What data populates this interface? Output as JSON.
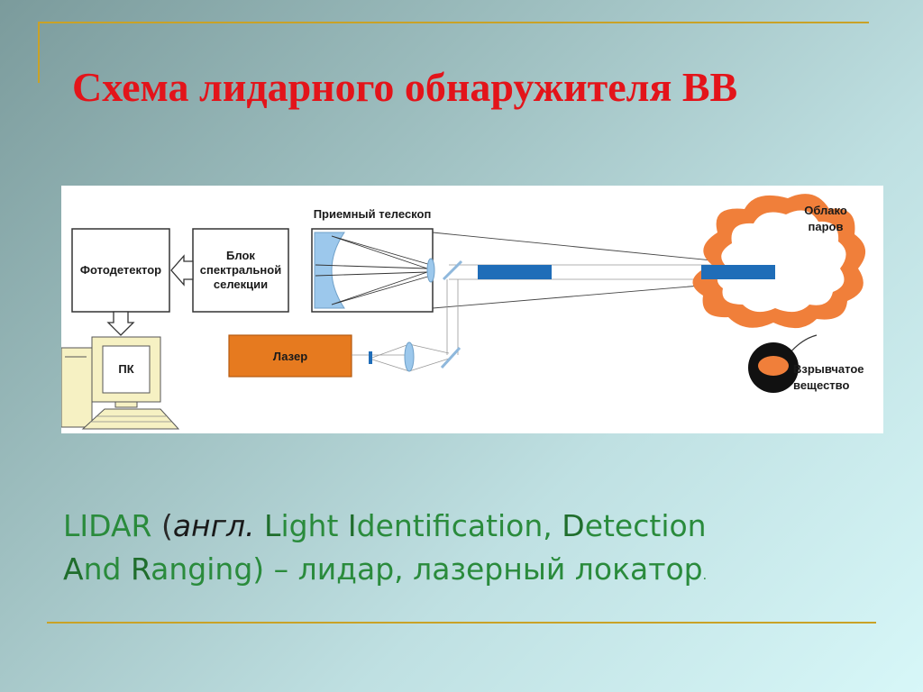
{
  "slide": {
    "title": "Схема лидарного обнаружителя ВВ"
  },
  "diagram": {
    "photodetector": "Фотодетектор",
    "spectral_block_line1": "Блок",
    "spectral_block_line2": "спектральной",
    "spectral_block_line3": "селекции",
    "telescope": "Приемный телескоп",
    "cloud_line1": "Облако",
    "cloud_line2": "паров",
    "pc": "ПК",
    "laser": "Лазер",
    "explosive_line1": "Взрывчатое",
    "explosive_line2": "вещество",
    "colors": {
      "laser": "#e67a1f",
      "cloud": "#f07f3a",
      "beam": "#1f6db8",
      "lens": "#9cc8ec",
      "pc": "#f6f1c3"
    }
  },
  "caption": {
    "l1_lidar": "LIDAR",
    "l1_open": " (",
    "l1_angl": "англ.",
    "l1_sp": " ",
    "l1_L": "L",
    "l1_ight": "ight ",
    "l1_I": "I",
    "l1_dentification": "dentification, ",
    "l1_D": "D",
    "l1_etection": "etection",
    "l2_A": "A",
    "l2_nd": "nd ",
    "l2_R": "R",
    "l2_rest": "anging) – лидар, лазерный локатор",
    "l2_dot": "."
  }
}
